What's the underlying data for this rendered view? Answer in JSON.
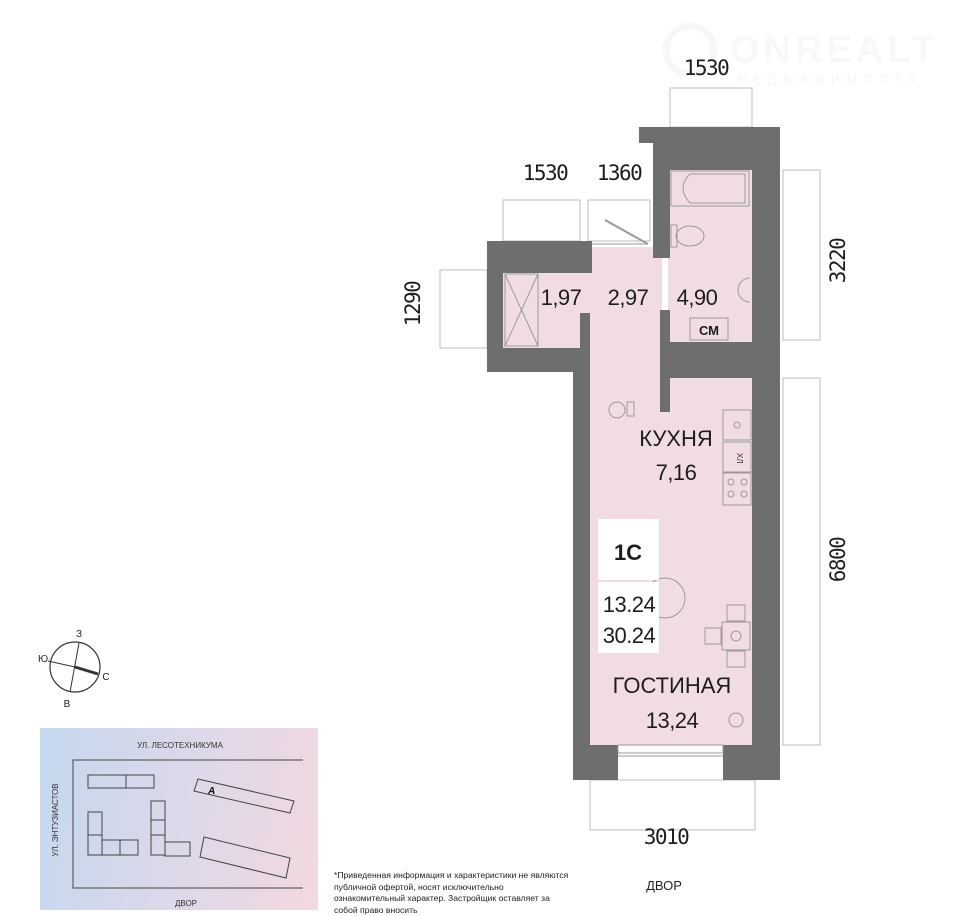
{
  "logo": {
    "brand": "ONREALT",
    "tagline": "НЕДВИЖИМОСТЬ"
  },
  "dimensions": {
    "top": "1530",
    "balcony_left": "1530",
    "balcony_right": "1360",
    "left": "1290",
    "right_upper": "3220",
    "right_lower": "6800",
    "bottom": "3010"
  },
  "rooms": {
    "storage_area": "1,97",
    "hall_area": "2,97",
    "bathroom_area": "4,90",
    "washer_label": "СМ",
    "kitchen_name": "КУХНЯ",
    "kitchen_area": "7,16",
    "living_name": "ГОСТИНАЯ",
    "living_area": "13,24",
    "fridge_label": "ХЛ"
  },
  "apartment": {
    "type": "1С",
    "living_area": "13.24",
    "total_area": "30.24"
  },
  "orientation": {
    "label": "ДВОР"
  },
  "compass": {
    "north": "С",
    "south": "Ю",
    "east": "В",
    "west": "З"
  },
  "site_plan": {
    "street_top": "УЛ. ЛЕСОТЕХНИКУМА",
    "street_left": "УЛ. ЭНТУЗИАСТОВ",
    "bottom": "ДВОР",
    "building": "А"
  },
  "disclaimer": "*Приведенная информация и характеристики не являются публичной офертой, носят исключительно ознакомительный характер. Застройщик оставляет за собой право вносить",
  "colors": {
    "wall": "#6e6f6c",
    "floor": "#f2dce4",
    "line": "#b9b9b9"
  }
}
